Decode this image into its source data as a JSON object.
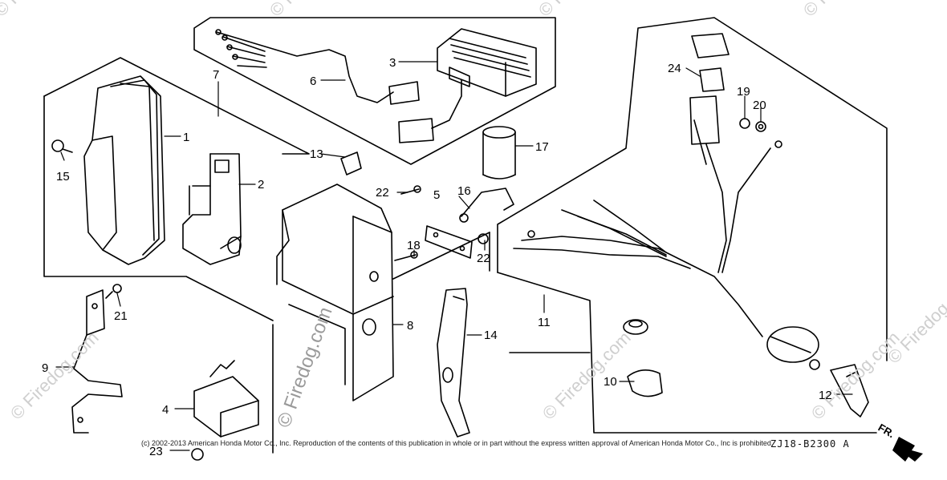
{
  "watermark": {
    "main": "© Firedog.com",
    "small": "© Fire"
  },
  "callouts": {
    "n1": "1",
    "n2": "2",
    "n3": "3",
    "n4": "4",
    "n5": "5",
    "n6": "6",
    "n7": "7",
    "n8": "8",
    "n9": "9",
    "n10": "10",
    "n11": "11",
    "n12": "12",
    "n13": "13",
    "n14": "14",
    "n15": "15",
    "n16": "16",
    "n17": "17",
    "n18": "18",
    "n19": "19",
    "n20": "20",
    "n21": "21",
    "n22a": "22",
    "n22b": "22",
    "n23": "23",
    "n24": "24"
  },
  "copyright": "(c) 2002-2013 American Honda Motor Co., Inc. Reproduction of the contents of this publication in whole or in part without the express written approval of American Honda Motor Co., Inc is prohibited.",
  "diagram_code": "ZJ18-B2300 A",
  "direction_label": "FR."
}
